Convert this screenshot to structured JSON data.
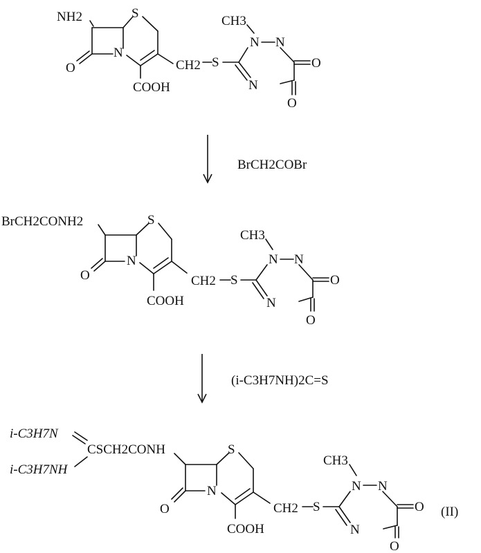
{
  "scheme": {
    "structure1": {
      "amine": "NH2",
      "ring": {
        "s": "S",
        "n": "N",
        "carbonyl_o": "O",
        "acid": "COOH"
      },
      "linker": {
        "ch2": "CH2",
        "s": "S"
      },
      "triazine": {
        "methyl": "CH3",
        "n1": "N",
        "n2": "N",
        "n3": "N",
        "o_upper": "O",
        "o_lower": "O"
      }
    },
    "step1": {
      "reagent": "BrCH2COBr"
    },
    "structure2": {
      "substituent": "BrCH2CONH2",
      "ring": {
        "s": "S",
        "n": "N",
        "carbonyl_o": "O",
        "acid": "COOH"
      },
      "linker": {
        "ch2": "CH2",
        "s": "S"
      },
      "triazine": {
        "methyl": "CH3",
        "n1": "N",
        "n2": "N",
        "n3": "N",
        "o_upper": "O",
        "o_lower": "O"
      }
    },
    "step2": {
      "reagent": "(i-C3H7NH)2C=S"
    },
    "structure3": {
      "top_group": "i-C3H7N",
      "bottom_group": "i-C3H7NH",
      "chain": "CSCH2CONH",
      "ring": {
        "s": "S",
        "n": "N",
        "carbonyl_o": "O",
        "acid": "COOH"
      },
      "linker": {
        "ch2": "CH2",
        "s": "S"
      },
      "triazine": {
        "methyl": "CH3",
        "n1": "N",
        "n2": "N",
        "n3": "N",
        "o_upper": "O",
        "o_lower": "O"
      },
      "compound_label": "(II)"
    }
  }
}
